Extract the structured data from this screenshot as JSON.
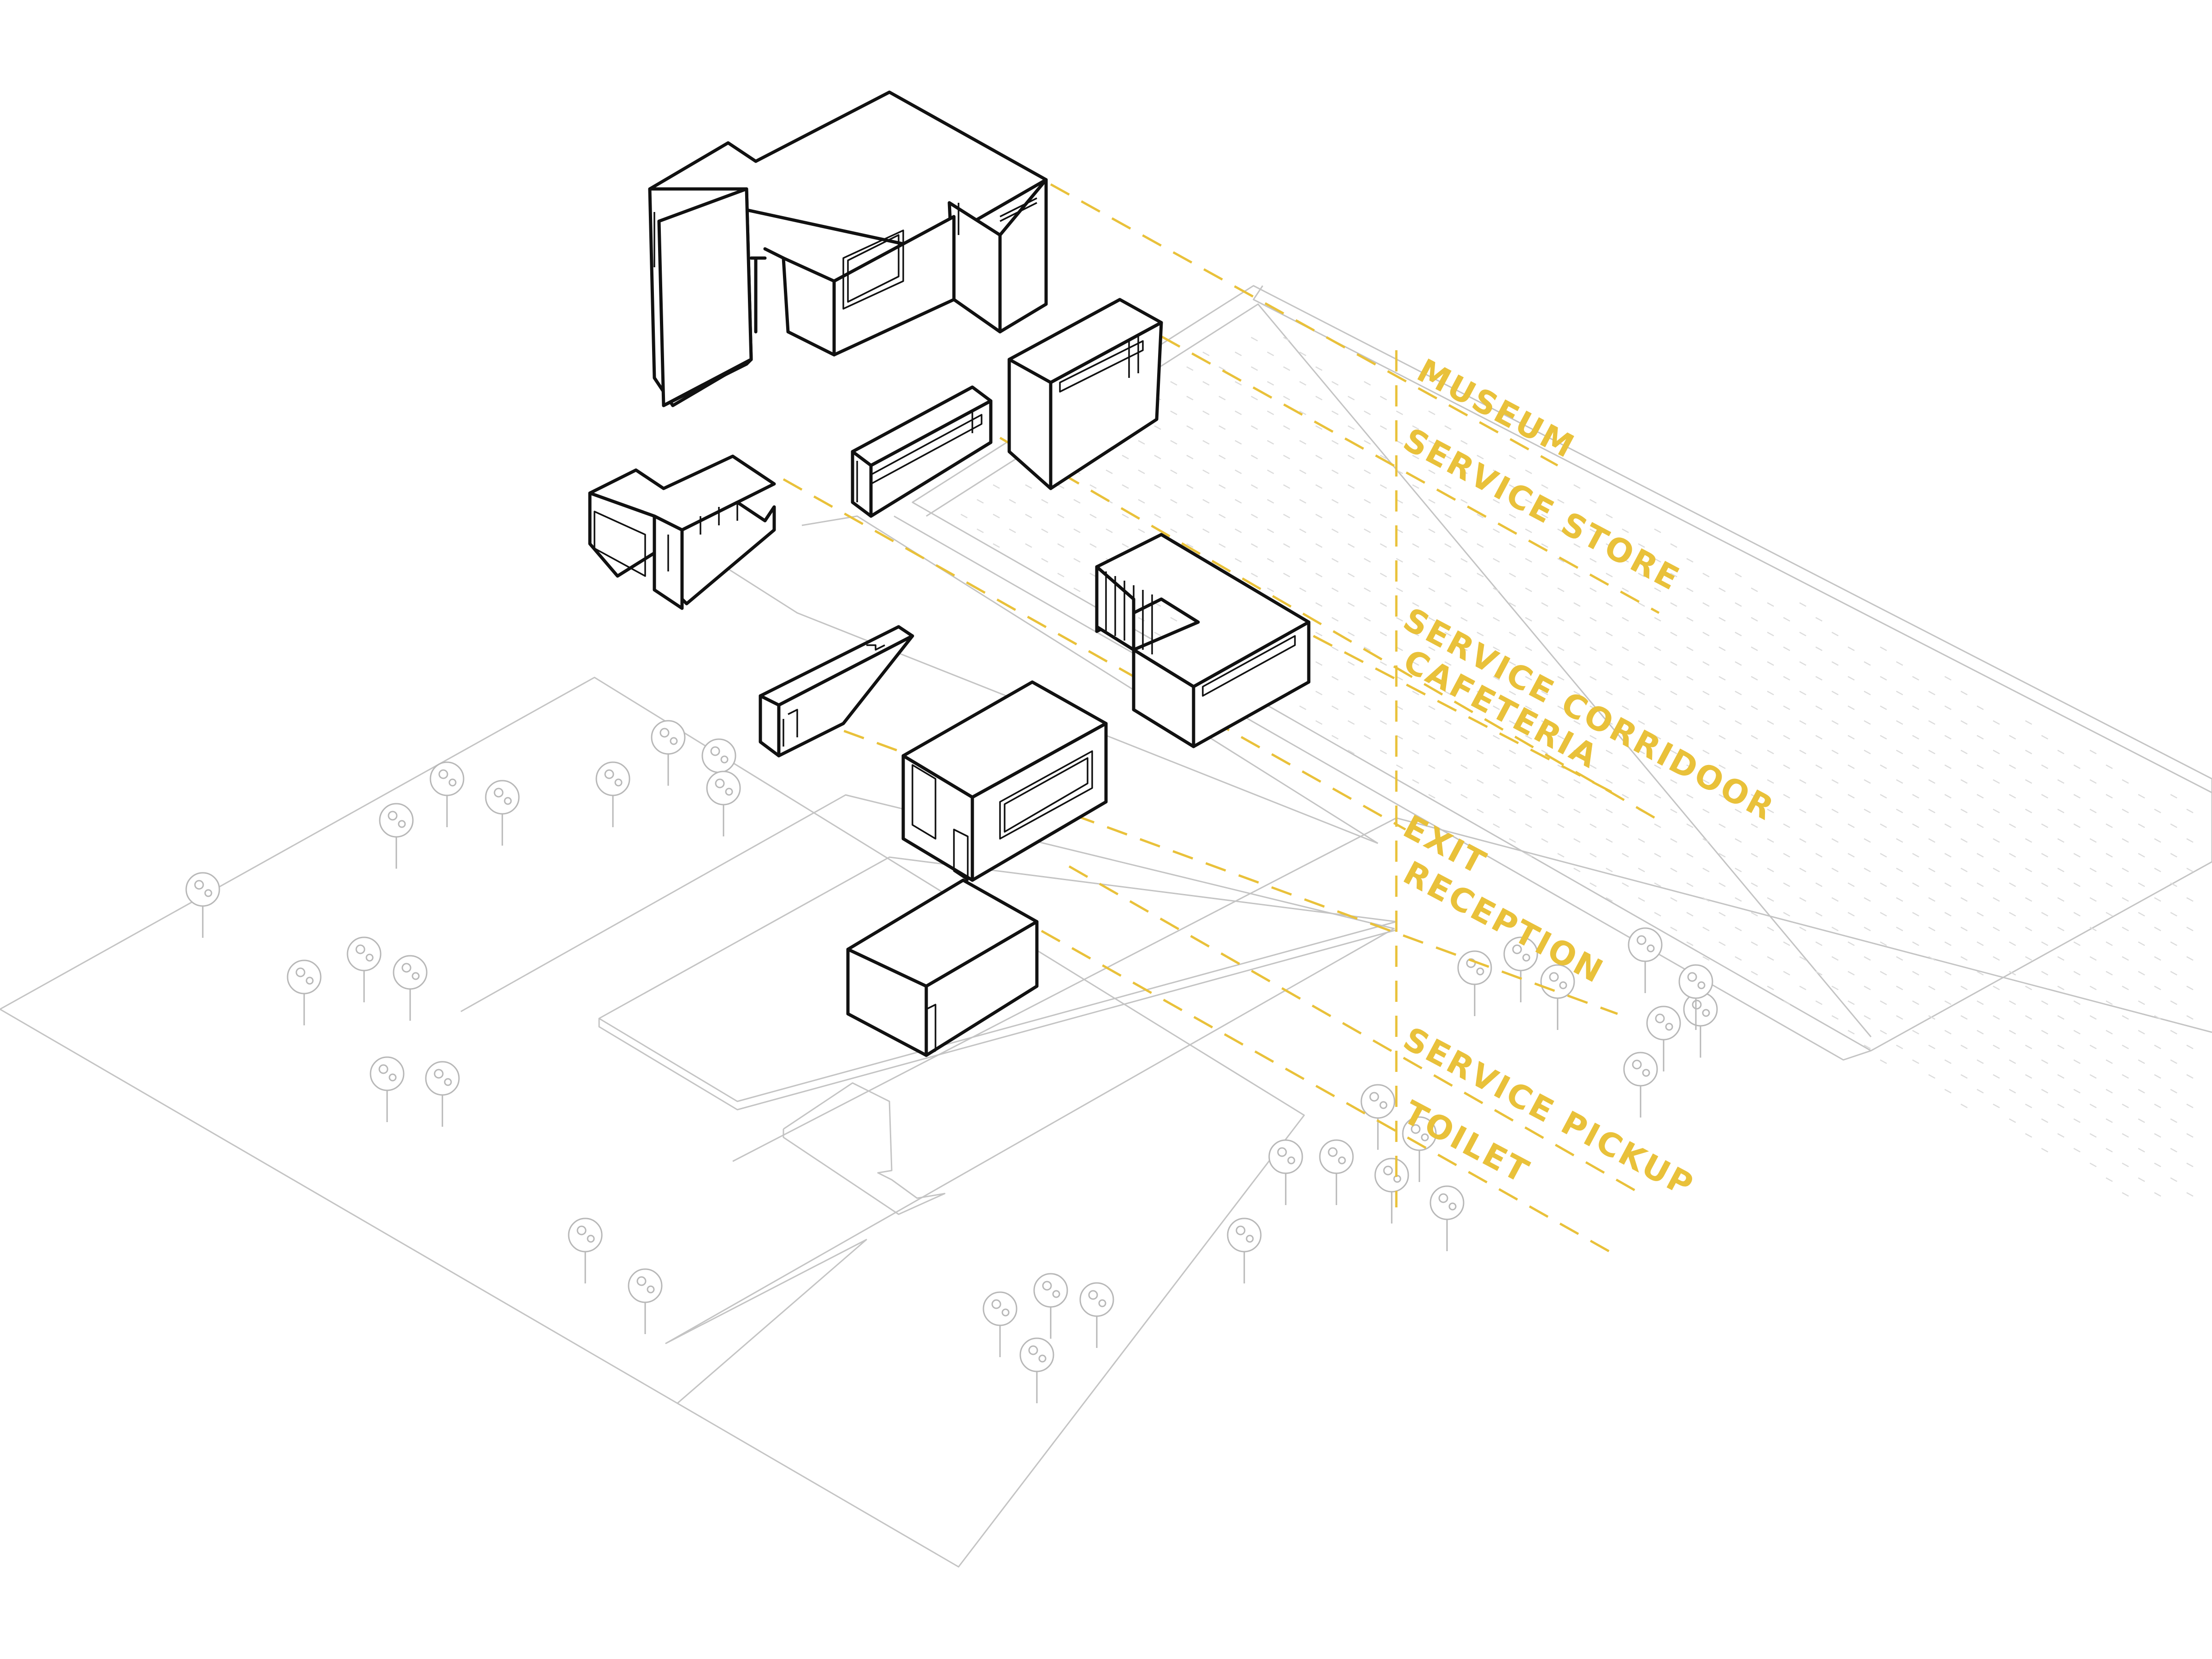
{
  "colors": {
    "accent": "#E9C13A",
    "line": "#111111",
    "site": "#C4C4C4",
    "tree": "#B8B8B8"
  },
  "labels": {
    "museum": "MUSEUM",
    "service_store": "SERVICE STORE",
    "service_corridor": "SERVICE CORRIDOOR",
    "cafeteria": "CAFETERIA",
    "exit": "EXIT",
    "reception": "RECEPTION",
    "service_pickup": "SERVICE PICKUP",
    "toilet": "TOILET"
  }
}
